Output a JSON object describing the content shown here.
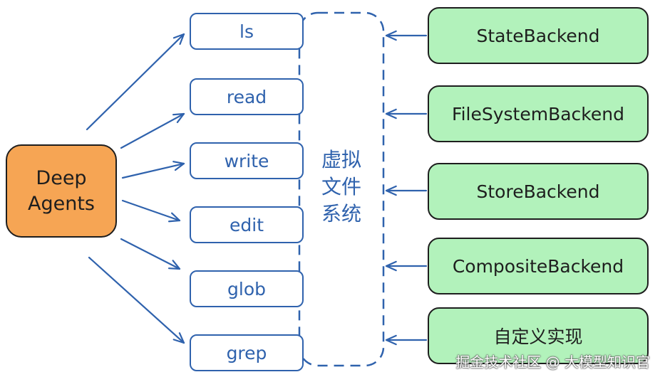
{
  "agent": {
    "line1": "Deep",
    "line2": "Agents"
  },
  "tools": [
    "ls",
    "read",
    "write",
    "edit",
    "glob",
    "grep"
  ],
  "vfs": {
    "line1": "虚拟",
    "line2": "文件",
    "line3": "系统"
  },
  "backends": [
    "StateBackend",
    "FileSystemBackend",
    "StoreBackend",
    "CompositeBackend",
    "自定义实现"
  ],
  "watermark": "掘金技术社区 @ 大模型知识官",
  "colors": {
    "agent_fill": "#f6a554",
    "backend_fill": "#b2f2bb",
    "blue_stroke": "#2f62ad",
    "dark_stroke": "#1e1e1e"
  }
}
